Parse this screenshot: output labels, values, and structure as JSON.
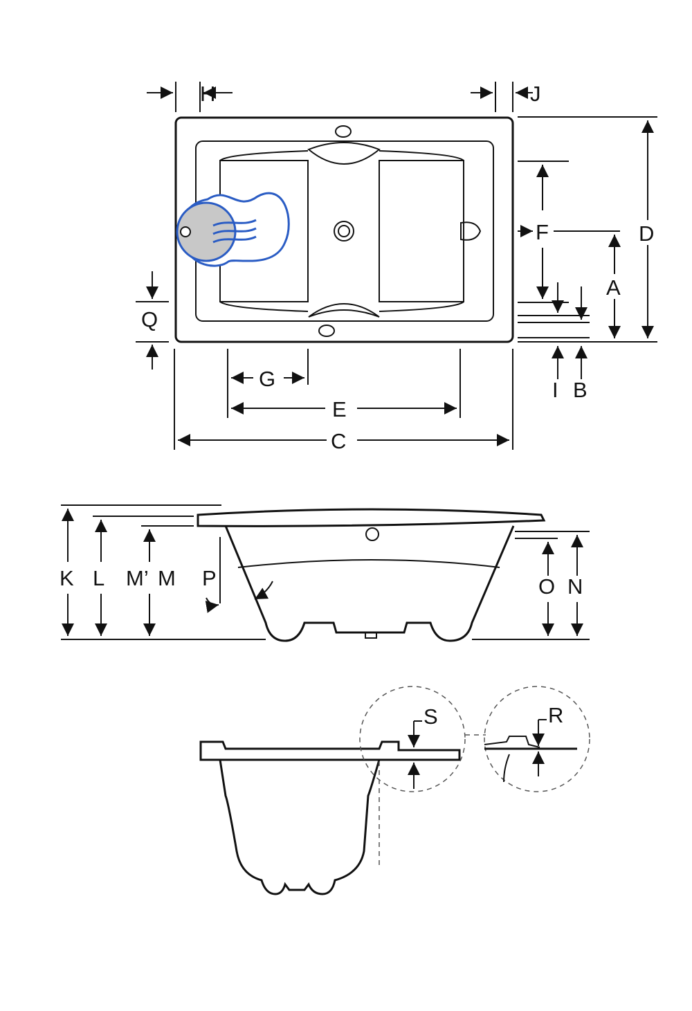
{
  "labels": {
    "A": "A",
    "B": "B",
    "C": "C",
    "D": "D",
    "E": "E",
    "F": "F",
    "G": "G",
    "H": "H",
    "I": "I",
    "J": "J",
    "K": "K",
    "L": "L",
    "M_prime": "M’",
    "M": "M",
    "N": "N",
    "O": "O",
    "P": "P",
    "Q": "Q",
    "R": "R",
    "S": "S"
  },
  "colors": {
    "line": "#111111",
    "highlight": "#2a5cc4",
    "highlight_fill": "#c8c8c8",
    "background": "#ffffff"
  },
  "icons": {
    "highlight": "bath-overflow-highlight-icon"
  }
}
